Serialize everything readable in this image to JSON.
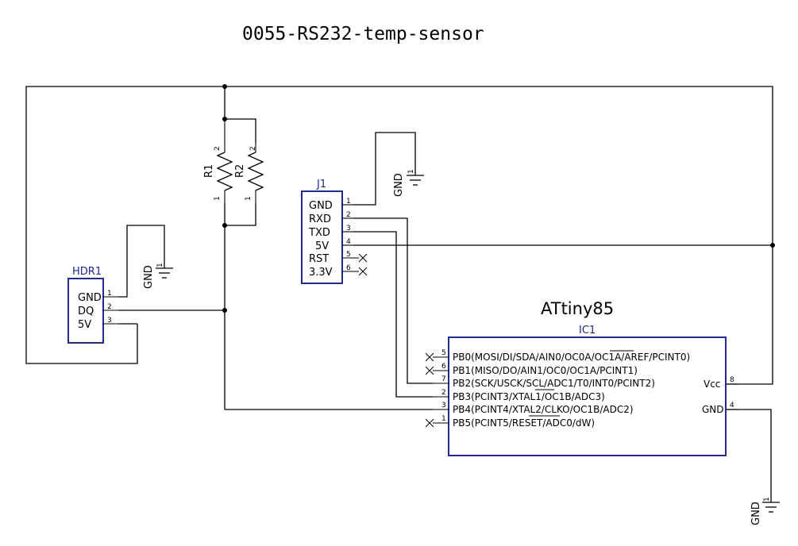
{
  "title": "0055-RS232-temp-sensor",
  "hdr1": {
    "ref": "HDR1",
    "pins": [
      {
        "label": "GND",
        "num": "1"
      },
      {
        "label": "DQ",
        "num": "2"
      },
      {
        "label": "5V",
        "num": "3"
      }
    ]
  },
  "r1": {
    "ref": "R1",
    "pin1": "1",
    "pin2": "2"
  },
  "r2": {
    "ref": "R2",
    "pin1": "1",
    "pin2": "2"
  },
  "j1": {
    "ref": "J1",
    "pins": [
      {
        "label": "GND",
        "num": "1"
      },
      {
        "label": "RXD",
        "num": "2"
      },
      {
        "label": "TXD",
        "num": "3"
      },
      {
        "label": "5V",
        "num": "4"
      },
      {
        "label": "RST",
        "num": "5"
      },
      {
        "label": "3.3V",
        "num": "6"
      }
    ]
  },
  "ic1": {
    "value": "ATtiny85",
    "ref": "IC1",
    "left_pins": [
      {
        "label": "PB0(MOSI/DI/SDA/AIN0/OC0A/OC1A/AREF/PCINT0)",
        "num": "5"
      },
      {
        "label": "PB1(MISO/DO/AIN1/OC0/OC1A/PCINT1)",
        "num": "6"
      },
      {
        "label": "PB2(SCK/USCK/SCL/ADC1/T0/INT0/PCINT2)",
        "num": "7"
      },
      {
        "label": "PB3(PCINT3/XTAL1/OC1B/ADC3)",
        "num": "2"
      },
      {
        "label": "PB4(PCINT4/XTAL2/CLKO/OC1B/ADC2)",
        "num": "3"
      },
      {
        "label": "PB5(PCINT5/RESET/ADC0/dW)",
        "num": "1"
      }
    ],
    "right_pins": [
      {
        "label": "Vcc",
        "num": "8"
      },
      {
        "label": "GND",
        "num": "4"
      }
    ]
  },
  "gnd_label": "GND"
}
